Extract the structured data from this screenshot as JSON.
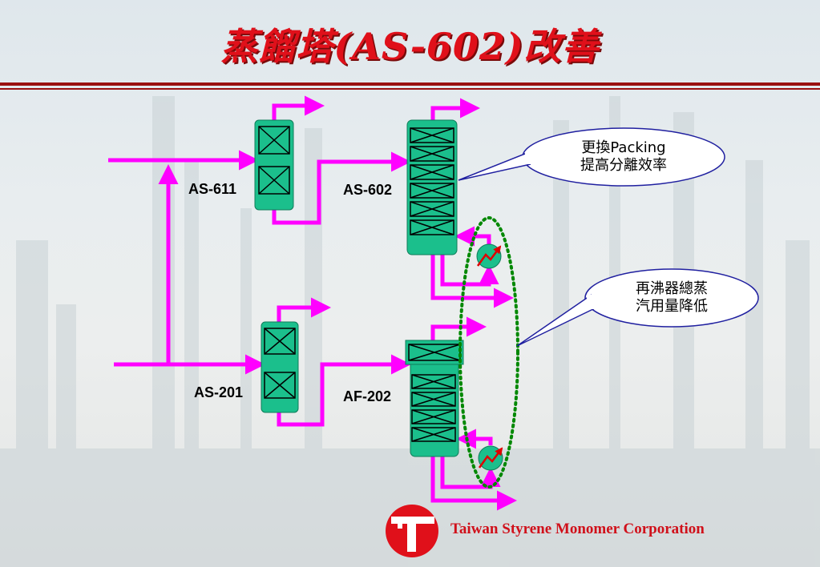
{
  "title": "蒸餾塔(AS-602)改善",
  "columns": {
    "as611": "AS-611",
    "as602": "AS-602",
    "as201": "AS-201",
    "af202": "AF-202"
  },
  "callouts": {
    "packing_line1": "更換Packing",
    "packing_line2": "提高分離效率",
    "reboiler_line1": "再沸器總蒸",
    "reboiler_line2": "汽用量降低"
  },
  "company": "Taiwan Styrene Monomer Corporation",
  "colors": {
    "pipe": "#ff00ff",
    "column": "#1bbf8c",
    "title": "#e0101a",
    "highlight": "#008800",
    "logo": "#e0101a"
  }
}
